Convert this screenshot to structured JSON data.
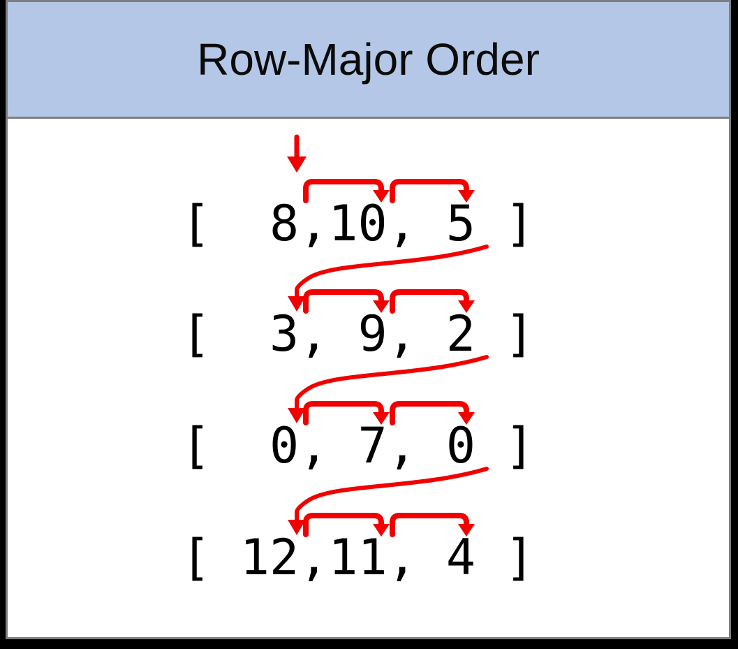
{
  "title": "Row-Major Order",
  "matrix": {
    "rows": [
      {
        "display": "[  8,10, 5 ]",
        "values": [
          8,
          10,
          5
        ]
      },
      {
        "display": "[  3, 9, 2 ]",
        "values": [
          3,
          9,
          2
        ]
      },
      {
        "display": "[  0, 7, 0 ]",
        "values": [
          0,
          7,
          0
        ]
      },
      {
        "display": "[ 12,11, 4 ]",
        "values": [
          12,
          11,
          4
        ]
      }
    ],
    "traversal_order": [
      8,
      10,
      5,
      3,
      9,
      2,
      0,
      7,
      0,
      12,
      11,
      4
    ]
  },
  "colors": {
    "arrow": "#f20000",
    "header_fill": "#b4c7e7",
    "panel_border": "#7f7f7f",
    "outer_background": "#000000",
    "body_background": "#ffffff",
    "text": "#000000"
  }
}
